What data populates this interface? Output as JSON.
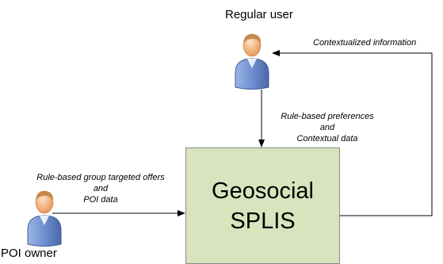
{
  "actors": {
    "regular_user": "Regular user",
    "poi_owner": "POI owner"
  },
  "system": {
    "line1": "Geosocial",
    "line2": "SPLIS"
  },
  "flows": {
    "to_user": "Contextualized information",
    "from_user_1": "Rule-based preferences",
    "from_user_2": "and",
    "from_user_3": "Contextual data",
    "from_owner_1": "Rule-based group targeted offers",
    "from_owner_2": "and",
    "from_owner_3": "POI data"
  },
  "colors": {
    "system_fill": "#d7e4bd",
    "actor_blue": "#6f8fd0",
    "actor_skin": "#f3b77f"
  }
}
